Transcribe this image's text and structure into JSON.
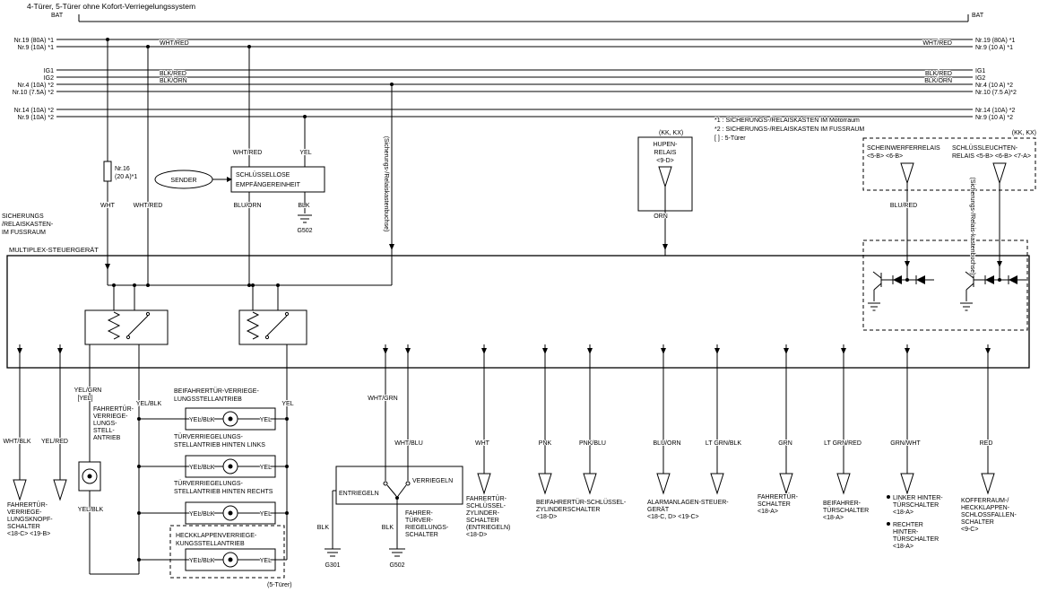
{
  "title": "4-Türer, 5-Türer ohne Kofort-Verriegelungssystem",
  "bus": {
    "bat": "BAT",
    "left": [
      "Nr.19 (80A) *1",
      "Nr.9 (10A) *1",
      "IG1",
      "IG2",
      "Nr.4 (10A) *2",
      "Nr.10 (7.5A) *2",
      "Nr.14 (10A) *2",
      "Nr.9 (10A) *2"
    ],
    "right": [
      "Nr.19 (80A) *1",
      "Nr.9 (10 A) *1",
      "IG1",
      "IG2",
      "Nr.4 (10 A) *2",
      "Nr.10 (7.5 A)*2",
      "Nr.14 (10A) *2",
      "Nr.9 (10 A) *2"
    ],
    "wht_red": "WHT/RED",
    "blk_red": "BLK/RED",
    "blk_orn": "BLK/ORN"
  },
  "notes": [
    "*1 : SICHERUNGS-/RELAISKASTEN IM Motorraum",
    "*2 : SICHERUNGS-/RELAISKASTEN IM FUSSRAUM",
    "[  ] : 5-Türer"
  ],
  "fusebox": [
    "SICHERUNGS",
    "/RELAISKASTEN-",
    "IM FUSSRAUM"
  ],
  "fuse16": [
    "Nr.16",
    "(20 A)*1"
  ],
  "keyless": {
    "sender": "SENDER",
    "receiver": [
      "SCHLÜSSELLOSE",
      "EMPFÄNGEREINHEIT"
    ]
  },
  "multiplex": "MULTIPLEX-STEUERGERÄT",
  "buchse_left": "(Sicherungs-/Relaiskastenbuchse)",
  "buchse_right": "(Sicherungs-/Relais-kastenbuchse)",
  "kk_kx": "(KK, KX)",
  "relays": {
    "hupen": [
      "HUPEN-",
      "RELAIS",
      "<9-D>"
    ],
    "scheinwerfer": [
      "SCHEINWERFERRELAIS",
      "<5-B> <6-B>"
    ],
    "schlussleuchten": [
      "SCHLÜSSLEUCHTEN-",
      "RELAIS <5-B> <6-B> <7-A>"
    ]
  },
  "grounds": {
    "g502": "G502",
    "g301": "G301"
  },
  "w": {
    "wht": "WHT",
    "wht_red": "WHT/RED",
    "yel": "YEL",
    "blu_orn": "BLU/ORN",
    "blk": "BLK",
    "orn": "ORN",
    "blu_red": "BLU/RED",
    "yel_grn": "YEL/GRN",
    "yel_opt": "[YEL]",
    "yel_blk": "YEL/BLK",
    "wht_blk": "WHT/BLK",
    "yel_red": "YEL/RED",
    "wht_grn": "WHT/GRN",
    "wht_blu": "WHT/BLU",
    "pnk": "PNK",
    "pnk_blu": "PNK/BLU",
    "lt_grn_blk": "LT GRN/BLK",
    "grn": "GRN",
    "lt_grn_red": "LT GRN/RED",
    "grn_wht": "GRN/WHT",
    "red": "RED"
  },
  "components": {
    "knopf": [
      "FAHRERTÜR-",
      "VERRIEGE-",
      "LUNGSKNOPF-",
      "SCHALTER",
      "<18-C> <19-B>"
    ],
    "antrieb_fahrer": [
      "FAHRERTÜR-",
      "VERRIEGE-",
      "LUNGS-",
      "STELL-",
      "ANTRIEB"
    ],
    "antrieb_beifahrer": [
      "BEIFAHRERTÜR-VERRIEGE-",
      "LUNGSSTELLANTRIEB"
    ],
    "antrieb_hl": [
      "TÜRVERRIEGELUNGS-",
      "STELLANTRIEB HINTEN LINKS"
    ],
    "antrieb_hr": [
      "TÜRVERRIEGELUNGS-",
      "STELLANTRIEB HINTEN RECHTS"
    ],
    "antrieb_heck": [
      "HECKKLAPPENVERRIEGE-",
      "KUNGSSTELLANTRIEB"
    ],
    "fuenf_tuerer": "(5-Türer)",
    "entriegeln": "ENTRIEGELN",
    "verriegeln": "VERRIEGELN",
    "fahrer_schalter": [
      "FAHRER-",
      "TÜRVER-",
      "RIEGELUNGS-",
      "SCHALTER"
    ],
    "zyl_fahrer": [
      "FAHRERTÜR-",
      "SCHLÜSSEL-",
      "ZYLINDER-",
      "SCHALTER",
      "(ENTRIEGELN)",
      "<18-D>"
    ],
    "zyl_beifahrer": [
      "BEIFAHRERTÜR-SCHLÜSSEL-",
      "ZYLINDERSCHALTER",
      "<18-D>"
    ],
    "alarm": [
      "ALARMANLAGEN-STEUER-",
      "GERÄT",
      "<18-C, D> <19-C>"
    ],
    "ts_fahrer": [
      "FAHRERTÜR-",
      "SCHALTER",
      "<18-A>"
    ],
    "ts_beifahrer": [
      "BEIFAHRER-",
      "TÜRSCHALTER",
      "<18-A>"
    ],
    "ts_hinten": [
      "LINKER HINTER-",
      "TÜRSCHALTER",
      "<18-A>",
      "RECHTER",
      "HINTER-",
      "TÜRSCHALTER",
      "<18-A>"
    ],
    "koffer": [
      "KOFFERRAUM-/",
      "HECKKLAPPEN-",
      "SCHLOSSFALLEN-",
      "SCHALTER",
      "<9-C>"
    ]
  }
}
